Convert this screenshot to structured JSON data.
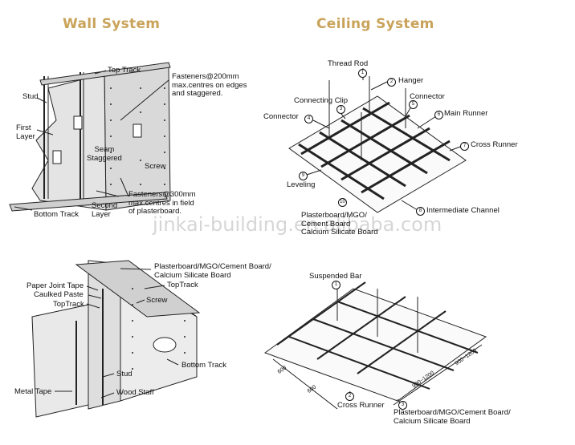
{
  "headings": {
    "wall": "Wall System",
    "ceiling": "Ceiling System"
  },
  "watermark": "jinkai-building.en.alibaba.com",
  "wall_top": {
    "top_track": "Top Track",
    "stud": "Stud",
    "first_layer": "First\nLayer",
    "seam": "Seam\nStaggered",
    "screw": "Screw",
    "fasteners_200": "Fasteners@200mm\nmax.centres on edges\nand staggered.",
    "fasteners_300": "Fasteners@300mm\nmax.centres in field\nof plasterboard.",
    "bottom_track": "Bottom Track",
    "second_layer": "Second\nLayer"
  },
  "ceiling_top": {
    "thread_rod": "Thread Rod",
    "hanger": "Hanger",
    "connecting_clip": "Connecting Clip",
    "connector_left": "Connector",
    "connector_right": "Connector",
    "main_runner": "Main Runner",
    "cross_runner": "Cross Runner",
    "leveling": "Leveling",
    "intermediate_channel": "Intermediate Channel",
    "board": "Plasterboard/MGO/\nCement Board\nCalcium Silicate Board",
    "numbers": [
      "1",
      "2",
      "3",
      "4",
      "5",
      "6",
      "7",
      "8",
      "9",
      "10"
    ]
  },
  "wall_bottom": {
    "board": "Plasterboard/MGO/Cement Board/\nCalcium Silicate Board",
    "paper_joint_tape": "Paper Joint Tape",
    "caulked_paste": "Caulked Paste",
    "top_track": "TopTrack",
    "top_track_right": "TopTrack",
    "screw": "Screw",
    "bottom_track": "Bottom Track",
    "stud": "Stud",
    "metal_tape": "Metal Tape",
    "wood_staff": "Wood Staff"
  },
  "ceiling_bottom": {
    "suspended_bar": "Suspended Bar",
    "cross_runner": "Cross Runner",
    "board": "Plasterboard/MGO/Cement Board/\nCalcium Silicate Board",
    "dim_600_a": "600",
    "dim_600_b": "600",
    "dim_900_a": "900~1200",
    "dim_900_b": "900~1200",
    "numbers": [
      "1",
      "2",
      "3"
    ]
  }
}
